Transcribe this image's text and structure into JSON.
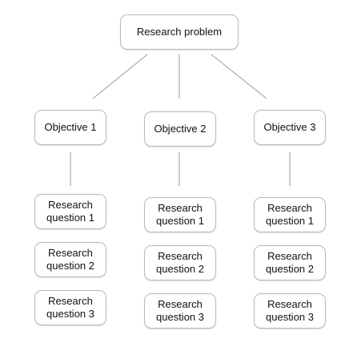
{
  "diagram": {
    "root": {
      "label": "Research problem"
    },
    "objectives": [
      {
        "label": "Objective 1",
        "questions": [
          "Research\nquestion 1",
          "Research\nquestion 2",
          "Research\nquestion 3"
        ]
      },
      {
        "label": "Objective 2",
        "questions": [
          "Research\nquestion 1",
          "Research\nquestion 2",
          "Research\nquestion 3"
        ]
      },
      {
        "label": "Objective 3",
        "questions": [
          "Research\nquestion 1",
          "Research\nquestion 2",
          "Research\nquestion 3"
        ]
      }
    ],
    "colors": {
      "box_border": "#b9b9b9",
      "connector": "#9a9a9a",
      "text": "#111111"
    }
  }
}
